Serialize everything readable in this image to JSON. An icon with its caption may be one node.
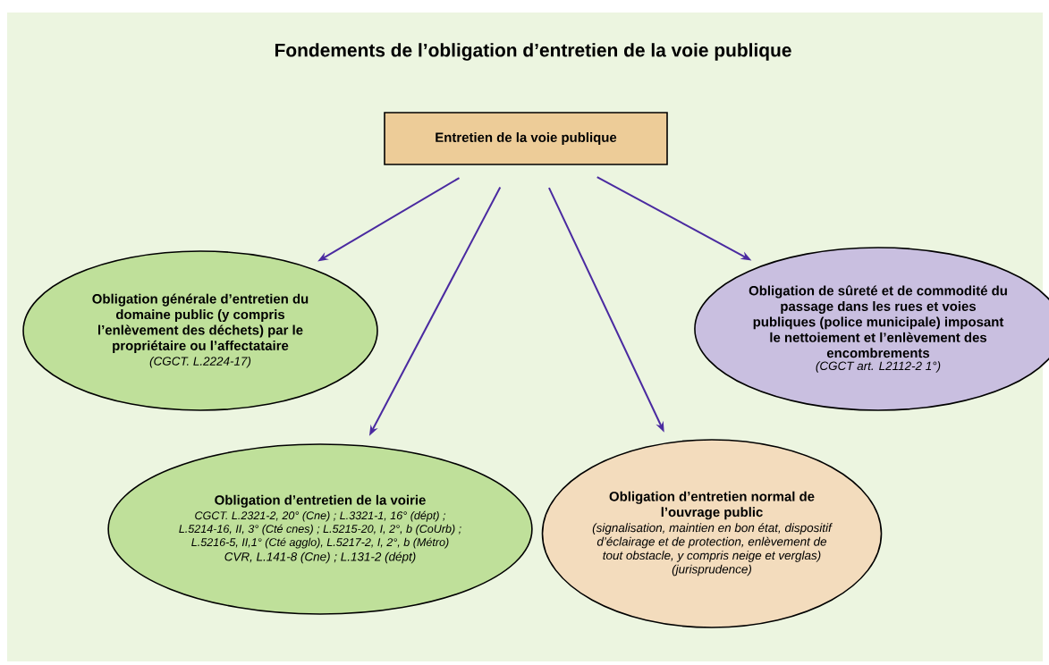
{
  "diagram": {
    "title": "Fondements de l’obligation d’entretien de la voie publique",
    "nodes": [
      {
        "text": [
          "Entretien de la voie publique"
        ]
      },
      {
        "text": [
          "Obligation générale d’entretien du domaine public (y compris l’enlèvement des déchets) par le propriétaire ou l’affectataire",
          "(CGCT. L.2224-17)"
        ]
      },
      {
        "text": [
          "Obligation d’entretien de la voirie",
          "CGCT. L.2321-2, 20° (Cne) ; L.3321-1, 16° (dépt) ; L.5214-16, II, 3° (Cté cnes) ; L.5215-20, I, 2°, b (CoUrb) ; L.5216-5, II,1° (Cté agglo), L.5217-2, I, 2°, b (Métro)",
          "CVR, L.141-8 (Cne) ; L.131-2 (dépt)"
        ]
      },
      {
        "text": [
          "Obligation d’entretien normal de l’ouvrage public",
          "(signalisation, maintien en bon état, dispositif d’éclairage et de protection, enlèvement de tout obstacle, y compris neige et verglas) (jurisprudence)"
        ]
      },
      {
        "text": [
          "Obligation de sûreté et de commodité du passage dans les rues et voies publiques (police municipale) imposant le nettoiement et l’enlèvement des encombrements",
          "(CGCT art. L2112-2 1°)"
        ]
      }
    ],
    "edges": [
      {
        "from": 0,
        "to": 1,
        "arrow": "to"
      },
      {
        "from": 0,
        "to": 2,
        "arrow": "to"
      },
      {
        "from": 0,
        "to": 3,
        "arrow": "to"
      },
      {
        "from": 0,
        "to": 4,
        "arrow": "to"
      }
    ]
  }
}
